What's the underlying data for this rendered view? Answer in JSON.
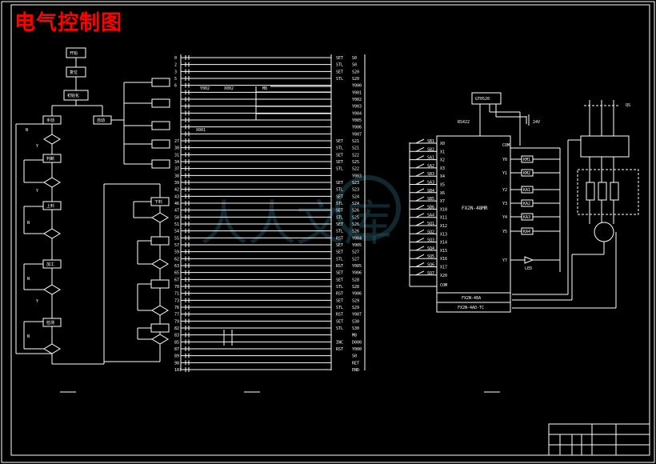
{
  "drawing": {
    "title": "电气控制图",
    "watermark": "人人文库"
  },
  "plc": {
    "main_label": "FX2N-48MR",
    "sub_labels": [
      "FX2N-48A",
      "FX2N-4AD-TC"
    ],
    "com_label": "COM",
    "com0_label": "COM",
    "power_label": "24V",
    "rs422_label": "RS422",
    "gt_label": "GT0520",
    "qs_label": "QS",
    "inputs": [
      {
        "terminal": "X0",
        "label": "SB1"
      },
      {
        "terminal": "X1",
        "label": "SB2"
      },
      {
        "terminal": "X2",
        "label": "SA1"
      },
      {
        "terminal": "X3",
        "label": "SA2"
      },
      {
        "terminal": "X4",
        "label": "SB3"
      },
      {
        "terminal": "X5",
        "label": "SA3"
      },
      {
        "terminal": "X6",
        "label": "SB4"
      },
      {
        "terminal": "X7",
        "label": "SB5"
      },
      {
        "terminal": "X10",
        "label": "SB6"
      },
      {
        "terminal": "X11",
        "label": "SA4"
      },
      {
        "terminal": "X12",
        "label": "SQ1"
      },
      {
        "terminal": "X13",
        "label": "SQ2"
      },
      {
        "terminal": "X14",
        "label": "SQ3"
      },
      {
        "terminal": "X15",
        "label": "SQ4"
      },
      {
        "terminal": "X16",
        "label": "SQ5"
      },
      {
        "terminal": "X17",
        "label": "SQ6"
      },
      {
        "terminal": "X20",
        "label": "SQ7"
      }
    ],
    "outputs": [
      {
        "terminal": "Y0",
        "label": "KM1"
      },
      {
        "terminal": "Y1",
        "label": "KM2"
      },
      {
        "terminal": "Y2",
        "label": "KA1"
      },
      {
        "terminal": "Y3",
        "label": "KA2"
      },
      {
        "terminal": "Y4",
        "label": "KA3"
      },
      {
        "terminal": "Y5",
        "label": "KA4"
      },
      {
        "terminal": "Y7",
        "label": "LED"
      }
    ]
  },
  "ladder": {
    "rows": [
      {
        "num": "0",
        "coil": "SET",
        "dev": "S0"
      },
      {
        "num": "2",
        "coil": "STL",
        "dev": "S0"
      },
      {
        "num": "3",
        "coil": "SET",
        "dev": "S20"
      },
      {
        "num": "5",
        "coil": "STL",
        "dev": "S20"
      },
      {
        "num": "6",
        "coil": "",
        "dev": "Y000"
      },
      {
        "num": "",
        "coil": "",
        "dev": "Y001"
      },
      {
        "num": "",
        "coil": "",
        "dev": "Y002"
      },
      {
        "num": "",
        "coil": "",
        "dev": "Y003"
      },
      {
        "num": "",
        "coil": "",
        "dev": "Y004"
      },
      {
        "num": "",
        "coil": "",
        "dev": "Y005"
      },
      {
        "num": "",
        "coil": "",
        "dev": "Y006"
      },
      {
        "num": "",
        "coil": "",
        "dev": "Y007"
      },
      {
        "num": "27",
        "coil": "SET",
        "dev": "S21"
      },
      {
        "num": "30",
        "coil": "STL",
        "dev": "S21"
      },
      {
        "num": "31",
        "coil": "SET",
        "dev": "S22"
      },
      {
        "num": "34",
        "coil": "SET",
        "dev": "S25"
      },
      {
        "num": "37",
        "coil": "STL",
        "dev": "S22"
      },
      {
        "num": "38",
        "coil": "",
        "dev": "Y003"
      },
      {
        "num": "39",
        "coil": "SET",
        "dev": "S23"
      },
      {
        "num": "42",
        "coil": "STL",
        "dev": "S23"
      },
      {
        "num": "43",
        "coil": "SET",
        "dev": "S24"
      },
      {
        "num": "46",
        "coil": "STL",
        "dev": "S24"
      },
      {
        "num": "47",
        "coil": "SET",
        "dev": "S26"
      },
      {
        "num": "50",
        "coil": "STL",
        "dev": "S25"
      },
      {
        "num": "51",
        "coil": "SET",
        "dev": "S26"
      },
      {
        "num": "54",
        "coil": "STL",
        "dev": "S26"
      },
      {
        "num": "55",
        "coil": "RST",
        "dev": "Y004"
      },
      {
        "num": "57",
        "coil": "SET",
        "dev": "Y005"
      },
      {
        "num": "59",
        "coil": "SET",
        "dev": "S27"
      },
      {
        "num": "62",
        "coil": "STL",
        "dev": "S27"
      },
      {
        "num": "63",
        "coil": "RST",
        "dev": "Y005"
      },
      {
        "num": "65",
        "coil": "SET",
        "dev": "Y006"
      },
      {
        "num": "67",
        "coil": "SET",
        "dev": "S28"
      },
      {
        "num": "70",
        "coil": "STL",
        "dev": "S28"
      },
      {
        "num": "71",
        "coil": "RST",
        "dev": "Y006"
      },
      {
        "num": "73",
        "coil": "SET",
        "dev": "S29"
      },
      {
        "num": "76",
        "coil": "STL",
        "dev": "S29"
      },
      {
        "num": "77",
        "coil": "RST",
        "dev": "Y007"
      },
      {
        "num": "79",
        "coil": "SET",
        "dev": "S30"
      },
      {
        "num": "82",
        "coil": "STL",
        "dev": "S30"
      },
      {
        "num": "83",
        "coil": "",
        "dev": "M8"
      },
      {
        "num": "85",
        "coil": "INC",
        "dev": "D000"
      },
      {
        "num": "87",
        "coil": "RST",
        "dev": "Y000"
      },
      {
        "num": "89",
        "coil": "",
        "dev": "S0"
      },
      {
        "num": "98",
        "coil": "",
        "dev": "RET"
      },
      {
        "num": "101",
        "coil": "",
        "dev": "END"
      }
    ]
  },
  "flowchart": {
    "nodes": [
      "开始",
      "复位",
      "初始化",
      "手动",
      "自动",
      "判断",
      "上料",
      "加工",
      "检测",
      "下料"
    ],
    "side": [
      "Y",
      "N"
    ]
  }
}
